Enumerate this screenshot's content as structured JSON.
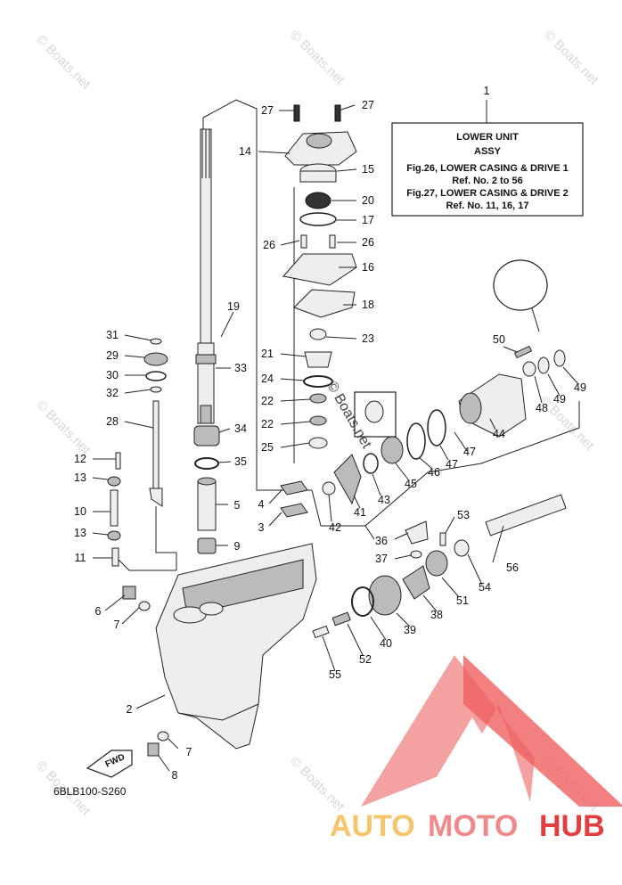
{
  "note_box": {
    "title": "LOWER UNIT",
    "subtitle": "ASSY",
    "line1": "Fig.26, LOWER CASING & DRIVE 1",
    "line2": "Ref. No. 2 to 56",
    "line3": "Fig.27, LOWER CASING & DRIVE 2",
    "line4": "Ref. No. 11, 16, 17"
  },
  "diagram_code": "6BLB100-S260",
  "fwd_label": "FWD",
  "watermark": "© Boats.net",
  "center_watermark": "© Boats.net",
  "brand": {
    "part1": "AUTO",
    "part2": "MOTO",
    "part3": "HUB",
    "color1": "#f6c56b",
    "color2": "#f08a8a",
    "color3": "#e43d3d"
  },
  "callouts": {
    "n1": "1",
    "n2": "2",
    "n3": "3",
    "n4": "4",
    "n5": "5",
    "n6": "6",
    "n7a": "7",
    "n7b": "7",
    "n8": "8",
    "n9": "9",
    "n10": "10",
    "n11": "11",
    "n12": "12",
    "n13a": "13",
    "n13b": "13",
    "n14": "14",
    "n15": "15",
    "n16": "16",
    "n17": "17",
    "n18": "18",
    "n19": "19",
    "n20": "20",
    "n21": "21",
    "n22a": "22",
    "n22b": "22",
    "n23": "23",
    "n24": "24",
    "n25": "25",
    "n26a": "26",
    "n26b": "26",
    "n27a": "27",
    "n27b": "27",
    "n28": "28",
    "n29": "29",
    "n30": "30",
    "n31": "31",
    "n32": "32",
    "n33": "33",
    "n34": "34",
    "n35": "35",
    "n36": "36",
    "n37": "37",
    "n38": "38",
    "n39": "39",
    "n40": "40",
    "n41": "41",
    "n42": "42",
    "n43": "43",
    "n44": "44",
    "n45": "45",
    "n46": "46",
    "n47a": "47",
    "n47b": "47",
    "n48": "48",
    "n49a": "49",
    "n49b": "49",
    "n50": "50",
    "n51": "51",
    "n52": "52",
    "n53": "53",
    "n54": "54",
    "n55": "55",
    "n56": "56"
  }
}
